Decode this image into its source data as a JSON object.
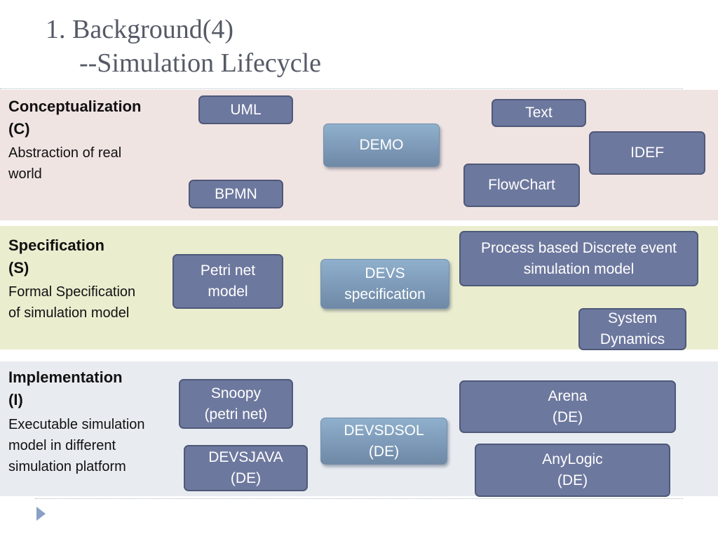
{
  "title": {
    "line1": "1. Background(4)",
    "line2": "--Simulation Lifecycle"
  },
  "colors": {
    "box_fill": "#6d789e",
    "box_border": "#4f5979",
    "highlight_fill": "#7d9ab8",
    "band_c": "#f0e4e2",
    "band_s": "#ebedcf",
    "band_i": "#e8ecf1",
    "title_color": "#555a66"
  },
  "conceptualization": {
    "heading": "Conceptualization\n(C)",
    "description": "Abstraction of real\nworld",
    "nodes": {
      "uml": "UML",
      "bpmn": "BPMN",
      "demo": "DEMO",
      "text": "Text",
      "idef": "IDEF",
      "flowchart": "FlowChart"
    }
  },
  "specification": {
    "heading": "Specification\n(S)",
    "description": "Formal Specification\nof simulation model",
    "nodes": {
      "petri_net": "Petri net\nmodel",
      "devs": "DEVS\nspecification",
      "process_based": "Process based Discrete event\nsimulation model",
      "system_dynamics": "System\nDynamics"
    }
  },
  "implementation": {
    "heading": "Implementation\n(I)",
    "description": "Executable simulation\nmodel in different\nsimulation platform",
    "nodes": {
      "snoopy": "Snoopy\n(petri net)",
      "devsjava": "DEVSJAVA\n(DE)",
      "devsdsol": "DEVSDSOL\n(DE)",
      "arena": "Arena\n(DE)",
      "anylogic": "AnyLogic\n(DE)"
    }
  }
}
